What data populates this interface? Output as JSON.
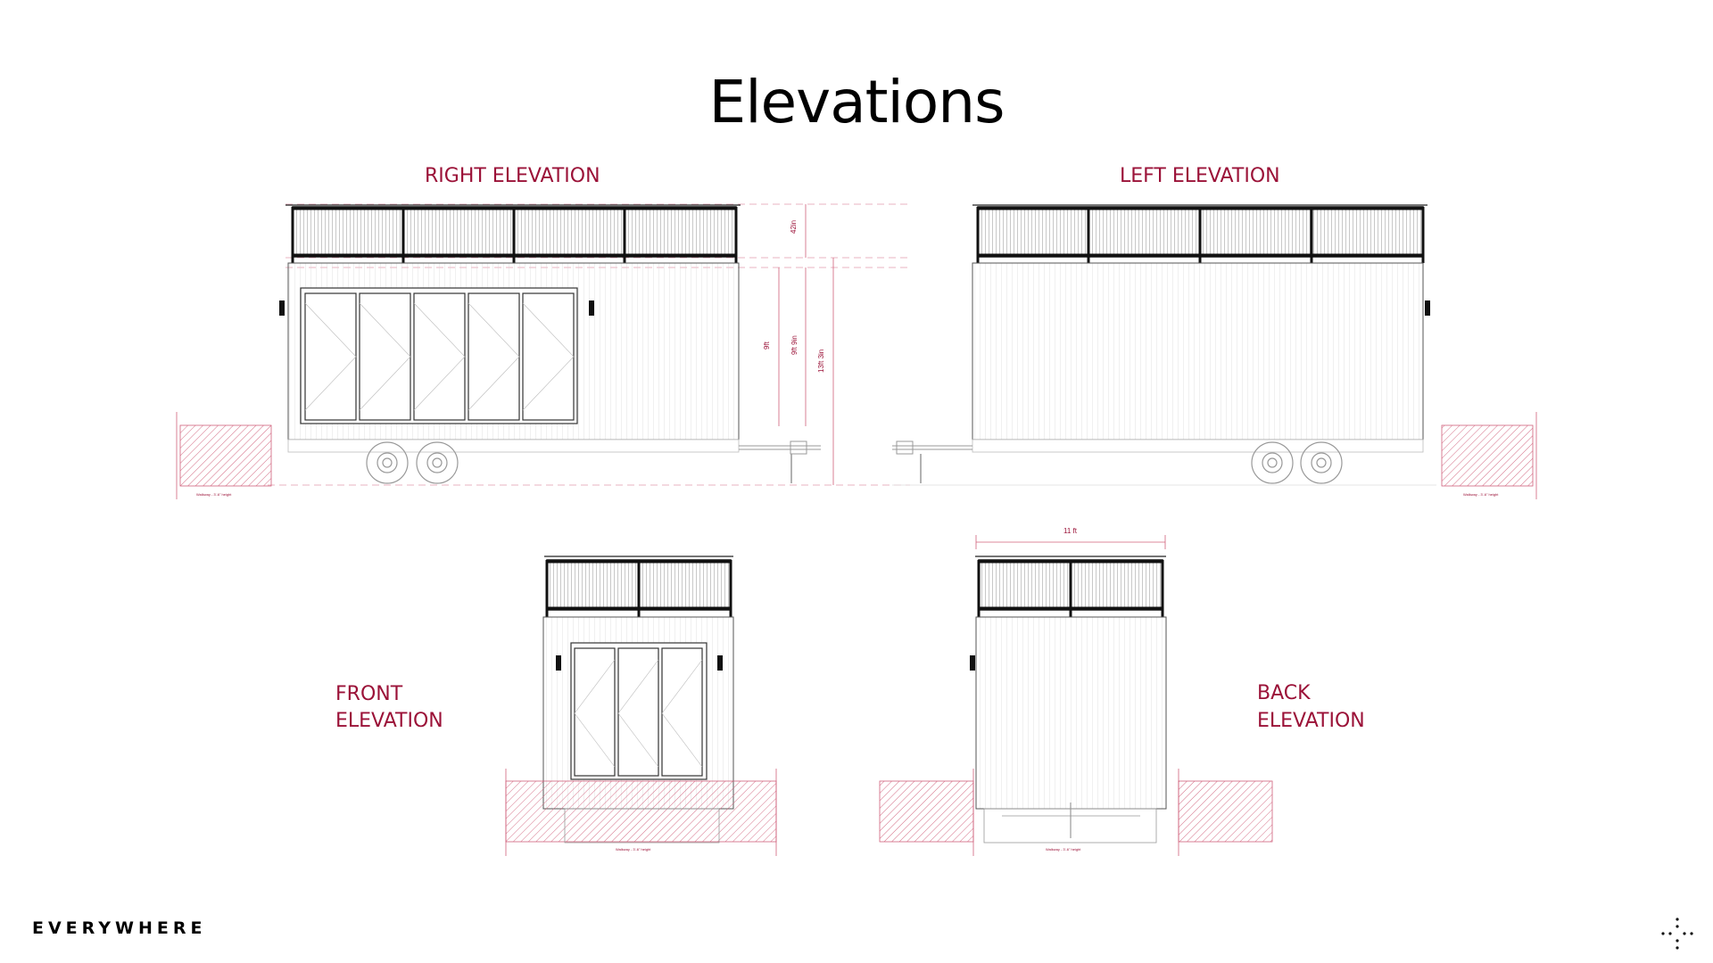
{
  "page": {
    "title": "Elevations",
    "brand": "EVERYWHERE"
  },
  "elevations": {
    "right": {
      "label": "RIGHT ELEVATION"
    },
    "left": {
      "label": "LEFT ELEVATION"
    },
    "front": {
      "label_line1": "FRONT",
      "label_line2": "ELEVATION"
    },
    "back": {
      "label_line1": "BACK",
      "label_line2": "ELEVATION"
    }
  },
  "dimensions": {
    "railing_height": "42in",
    "door_height": "9ft",
    "wall_height": "9ft 9in",
    "total_height": "13ft 3in",
    "width": "11 ft"
  },
  "notes": {
    "walkway": "Walkway - 3'-6\" height"
  },
  "colors": {
    "accent": "#9b1238",
    "line": "#1a1a1a",
    "light_line": "#b5b5b5",
    "hatch": "#d0607a"
  },
  "icons": {
    "brand_mark": "dot-cross-icon"
  }
}
